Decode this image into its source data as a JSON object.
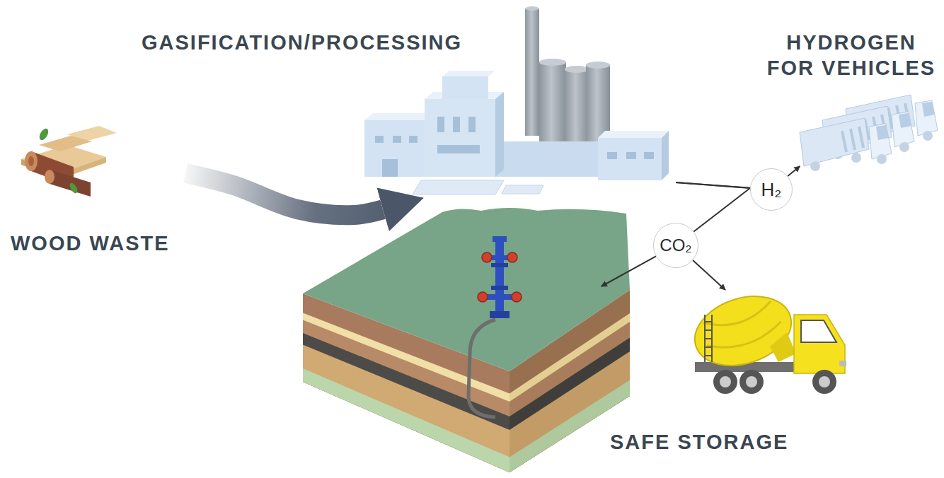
{
  "diagram": {
    "nodes": [
      {
        "text": [
          "WOOD WASTE"
        ]
      },
      {
        "text": [
          "GASIFICATION/PROCESSING"
        ]
      },
      {
        "text": [
          "H₂"
        ]
      },
      {
        "text": [
          "HYDROGEN FOR VEHICLES"
        ]
      },
      {
        "text": [
          "CO₂"
        ]
      },
      {
        "text": [
          "SAFE STORAGE"
        ]
      }
    ],
    "edges": [
      {
        "from": 0,
        "to": 1,
        "arrow": "to"
      },
      {
        "from": 1,
        "to": 2,
        "arrow": "none"
      },
      {
        "from": 1,
        "to": 4,
        "arrow": "none"
      },
      {
        "from": 2,
        "to": 3,
        "arrow": "to"
      },
      {
        "from": 4,
        "to": 5,
        "arrow": "to"
      }
    ]
  }
}
